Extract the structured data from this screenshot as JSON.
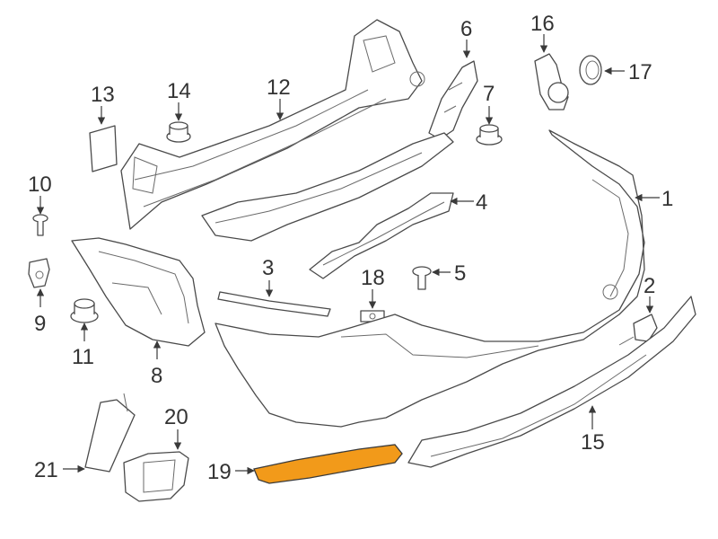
{
  "diagram": {
    "highlight_color": "#f29a1a",
    "line_color": "#4a4a4a",
    "labels": {
      "l1": "1",
      "l2": "2",
      "l3": "3",
      "l4": "4",
      "l5": "5",
      "l6": "6",
      "l7": "7",
      "l8": "8",
      "l9": "9",
      "l10": "10",
      "l11": "11",
      "l12": "12",
      "l13": "13",
      "l14": "14",
      "l15": "15",
      "l16": "16",
      "l17": "17",
      "l18": "18",
      "l19": "19",
      "l20": "20",
      "l21": "21"
    }
  }
}
